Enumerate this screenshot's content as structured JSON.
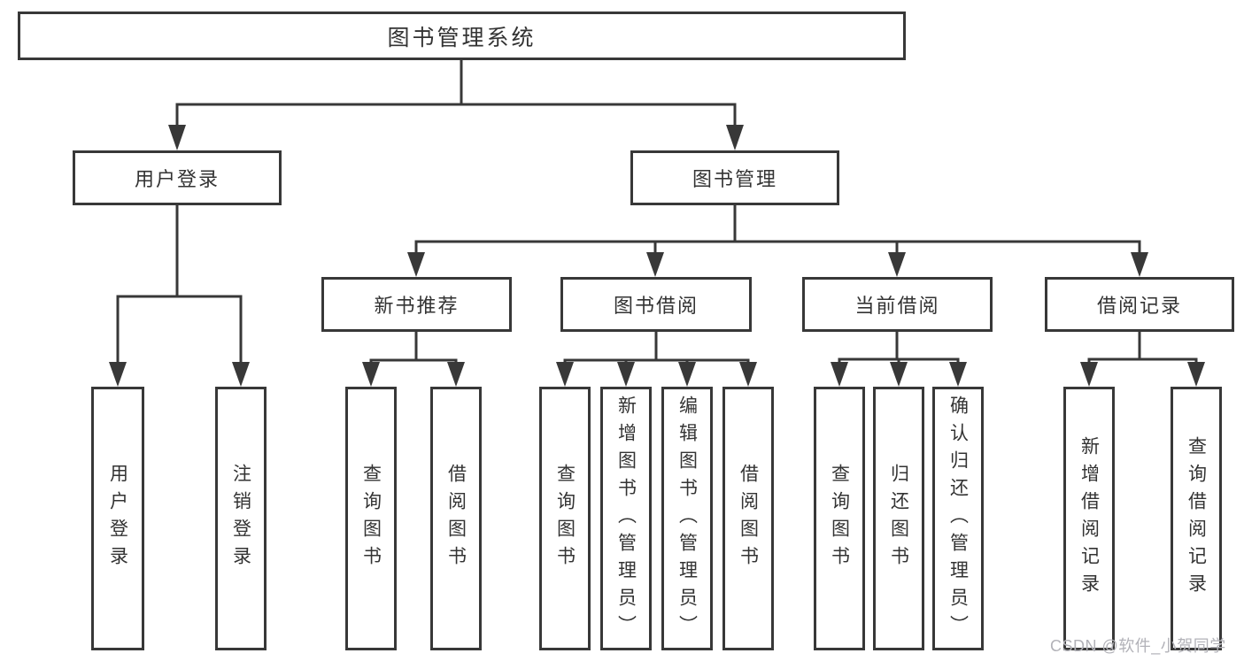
{
  "colors": {
    "line": "#383838",
    "box_border": "#383838",
    "text": "#333333",
    "watermark": "#b2b2b8"
  },
  "tree": {
    "label": "图书管理系统",
    "children": [
      {
        "label": "用户登录",
        "children": [
          {
            "label": "用户登录"
          },
          {
            "label": "注销登录"
          }
        ]
      },
      {
        "label": "图书管理",
        "children": [
          {
            "label": "新书推荐",
            "children": [
              {
                "label": "查询图书"
              },
              {
                "label": "借阅图书"
              }
            ]
          },
          {
            "label": "图书借阅",
            "children": [
              {
                "label": "查询图书"
              },
              {
                "label": "新增图书（管理员）"
              },
              {
                "label": "编辑图书（管理员）"
              },
              {
                "label": "借阅图书"
              }
            ]
          },
          {
            "label": "当前借阅",
            "children": [
              {
                "label": "查询图书"
              },
              {
                "label": "归还图书"
              },
              {
                "label": "确认归还（管理员）"
              }
            ]
          },
          {
            "label": "借阅记录",
            "children": [
              {
                "label": "新增借阅记录"
              },
              {
                "label": "查询借阅记录"
              }
            ]
          }
        ]
      }
    ]
  },
  "watermark": {
    "text": "CSDN @软件_小贺同学"
  }
}
